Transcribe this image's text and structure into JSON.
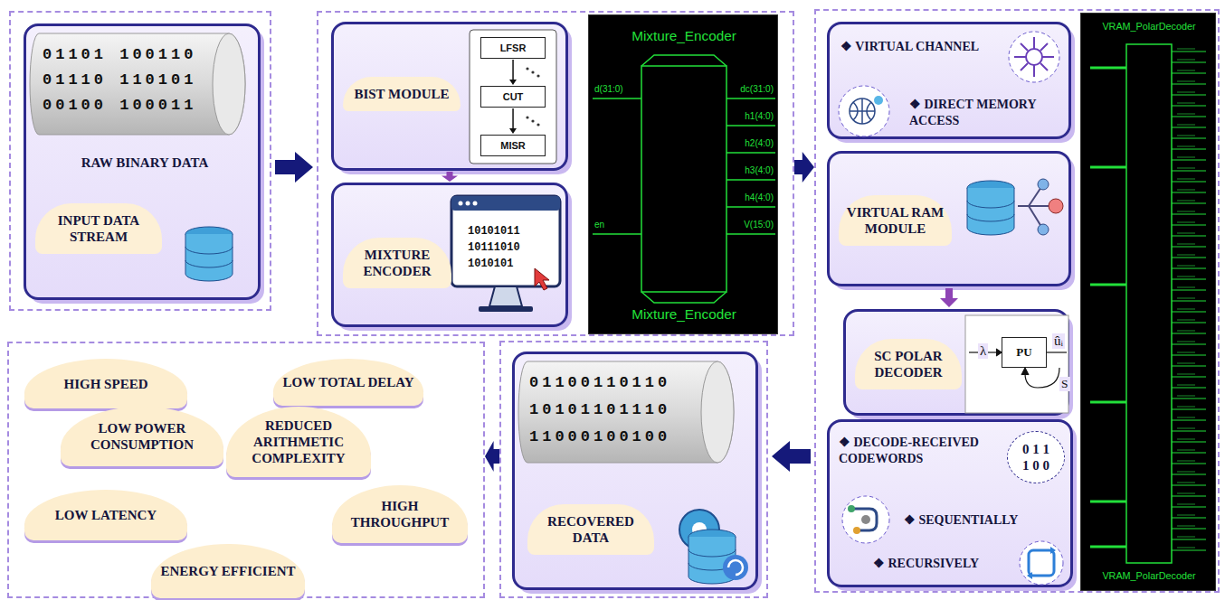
{
  "diagram": {
    "nodes": [
      {
        "text": []
      },
      {
        "text": [
          "01101 100110",
          "01110 110101",
          "00100 100011",
          "RAW BINARY DATA",
          "INPUT DATA STREAM"
        ],
        "in": 0
      },
      {
        "text": []
      },
      {
        "text": [
          "BIST MODULE"
        ],
        "in": 2
      },
      {
        "text": [
          "LFSR"
        ],
        "in": 3
      },
      {
        "text": [
          "CUT"
        ],
        "in": 3
      },
      {
        "text": [
          "MISR"
        ],
        "in": 3
      },
      {
        "text": [
          "MIXTURE ENCODER"
        ],
        "in": 2
      },
      {
        "text": [
          "Mixture_Encoder",
          "Mixture_Encoder"
        ],
        "in": 2
      },
      {
        "text": []
      },
      {
        "text": [
          "❖ VIRTUAL CHANNEL",
          "❖ DIRECT MEMORY ACCESS"
        ],
        "in": 9
      },
      {
        "text": [
          "VIRTUAL RAM MODULE"
        ],
        "in": 9
      },
      {
        "text": [
          "SC POLAR DECODER"
        ],
        "in": 9
      },
      {
        "text": [
          "PU"
        ],
        "in": 12
      },
      {
        "text": [
          "❖ DECODE-RECEIVED CODEWORDS",
          "❖ SEQUENTIALLY",
          "❖ RECURSIVELY"
        ],
        "in": 9
      },
      {
        "text": [
          "0 1 1",
          "1 0 0"
        ],
        "in": 14
      },
      {
        "text": [
          "VRAM_PolarDecoder",
          "VRAM_PolarDecoder"
        ],
        "in": 9
      },
      {
        "text": []
      },
      {
        "text": [
          "01100110110",
          "10101101110",
          "11000100100",
          "RECOVERED DATA"
        ],
        "in": 17
      },
      {
        "text": []
      },
      {
        "text": [
          "HIGH SPEED"
        ],
        "in": 19
      },
      {
        "text": [
          "LOW TOTAL DELAY"
        ],
        "in": 19
      },
      {
        "text": [
          "LOW POWER CONSUMPTION"
        ],
        "in": 19
      },
      {
        "text": [
          "REDUCED ARITHMETIC COMPLEXITY"
        ],
        "in": 19
      },
      {
        "text": [
          "LOW LATENCY"
        ],
        "in": 19
      },
      {
        "text": [
          "HIGH THROUGHPUT"
        ],
        "in": 19
      },
      {
        "text": [
          "ENERGY EFFICIENT"
        ],
        "in": 19
      }
    ],
    "edges": [
      {
        "from": 0,
        "to": 2,
        "arrow": "to"
      },
      {
        "from": 2,
        "to": 9,
        "arrow": "to"
      },
      {
        "from": 9,
        "to": 17,
        "arrow": "to"
      },
      {
        "from": 17,
        "to": 19,
        "arrow": "to"
      },
      {
        "from": 3,
        "to": 7,
        "arrow": "to"
      },
      {
        "from": 4,
        "to": 5,
        "arrow": "to"
      },
      {
        "from": 5,
        "to": 6,
        "arrow": "to"
      },
      {
        "from": 11,
        "to": 12,
        "arrow": "to"
      }
    ],
    "labels": [
      "10101011",
      "10111010",
      "1010101",
      "d(31:0)",
      "en",
      "dc(31:0)",
      "h1(4:0)",
      "h2(4:0)",
      "h3(4:0)",
      "h4(4:0)",
      "V(15:0)",
      "λ",
      "ûᵢ",
      "S"
    ]
  }
}
